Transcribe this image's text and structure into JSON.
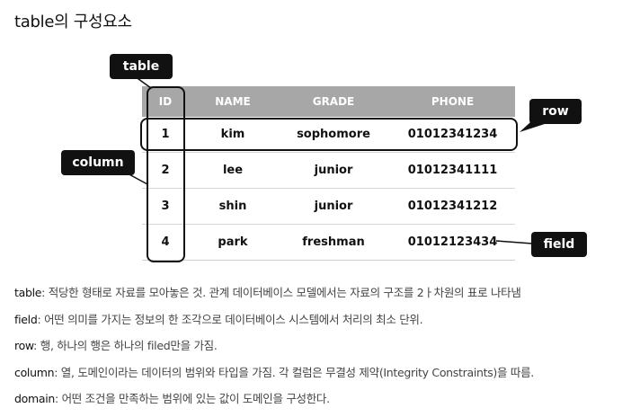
{
  "title": "table의 구성요소",
  "diagram": {
    "columns": [
      "ID",
      "NAME",
      "GRADE",
      "PHONE"
    ],
    "rows": [
      [
        "1",
        "kim",
        "sophomore",
        "01012341234"
      ],
      [
        "2",
        "lee",
        "junior",
        "01012341111"
      ],
      [
        "3",
        "shin",
        "junior",
        "01012341212"
      ],
      [
        "4",
        "park",
        "freshman",
        "01012123434"
      ]
    ],
    "labels": {
      "table": "table",
      "row": "row",
      "column": "column",
      "field": "field"
    }
  },
  "definitions": [
    {
      "term": "table",
      "text": ": 적당한 형태로 자료를 모아놓은 것. 관계 데이터베이스 모델에서는 자료의 구조를 2ㅏ차원의 표로 나타냄"
    },
    {
      "term": "field",
      "text": ": 어떤 의미를 가지는 정보의 한 조각으로 데이터베이스 시스템에서 처리의 최소 단위."
    },
    {
      "term": "row",
      "text": ": 행, 하나의 행은 하나의 filed만을 가짐."
    },
    {
      "term": "column",
      "text": ": 열, 도메인이라는 데이터의 범위와 타입을 가짐. 각 컬럼은 무결성 제약(Integrity Constraints)을 따름."
    },
    {
      "term": "domain",
      "text": ": 어떤 조건을 만족하는 범위에 있는 값이 도메인을 구성한다."
    }
  ]
}
